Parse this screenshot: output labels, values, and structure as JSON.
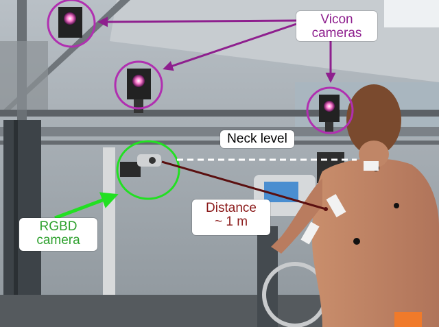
{
  "annotations": {
    "vicon": {
      "line1": "Vicon",
      "line2": "cameras",
      "color": "#8e1f8e"
    },
    "neck": {
      "text": "Neck level",
      "color": "#000000"
    },
    "distance": {
      "line1": "Distance",
      "line2": "~ 1 m",
      "color": "#8b1a1a"
    },
    "rgbd": {
      "line1": "RGBD",
      "line2": "camera",
      "color": "#2ca02c"
    }
  },
  "colors": {
    "vicon_marker": "#b02fb0",
    "rgbd_marker": "#22e022",
    "distance_line": "#5a0f0f",
    "neck_line": "#ffffff"
  }
}
